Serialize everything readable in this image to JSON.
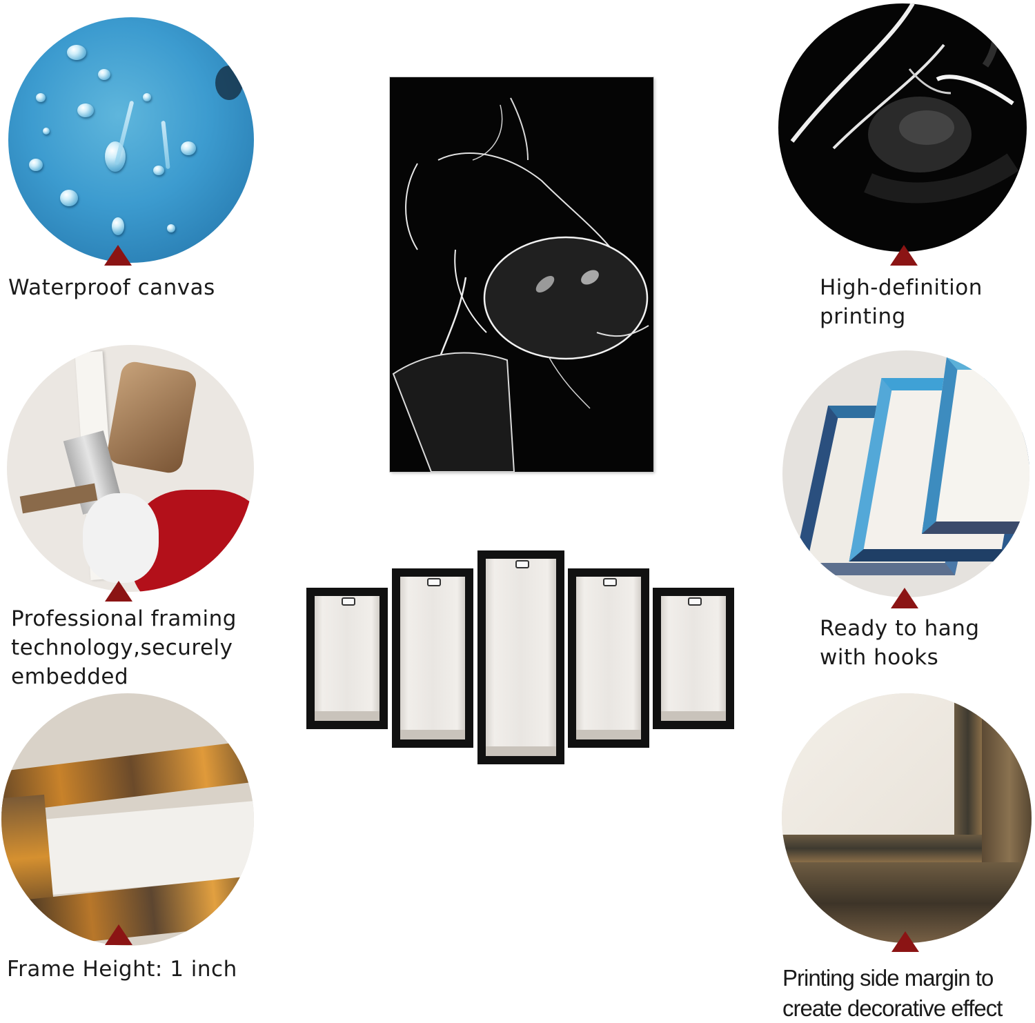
{
  "features": {
    "waterproof": "Waterproof canvas",
    "hd_line1": "High-definition",
    "hd_line2": "printing",
    "framing_line1": "Professional framing",
    "framing_line2": "technology,securely",
    "framing_line3": "embedded",
    "hang_line1": "Ready to hang",
    "hang_line2": "with hooks",
    "frame_height": "Frame Height: 1 inch",
    "margin_line1": "Printing side margin to",
    "margin_line2": "create decorative effect"
  },
  "colors": {
    "marker": "#8b1414",
    "background": "#ffffff"
  },
  "icons": [
    "triangle-marker-icon"
  ]
}
